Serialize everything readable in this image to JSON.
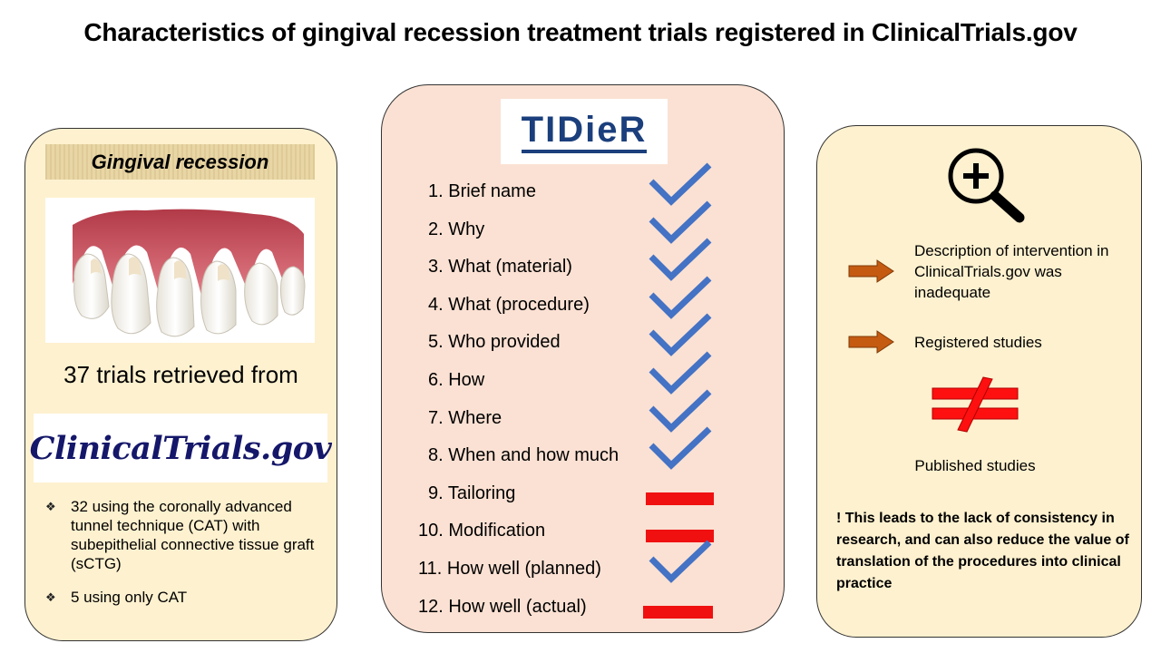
{
  "title": "Characteristics of gingival recession treatment trials registered in ClinicalTrials.gov",
  "left": {
    "banner": "Gingival recession",
    "retrieved_text": "37 trials retrieved from",
    "logo_text": "ClinicalTrials.gov",
    "bullets": [
      "32 using the coronally advanced tunnel technique (CAT) with subepithelial connective tissue graft (sCTG)",
      "5 using only CAT"
    ]
  },
  "middle": {
    "logo_text": "TIDieR",
    "items": [
      {
        "label": "1. Brief name",
        "mark": "check"
      },
      {
        "label": "2. Why",
        "mark": "check"
      },
      {
        "label": "3. What (material)",
        "mark": "check"
      },
      {
        "label": "4. What (procedure)",
        "mark": "check"
      },
      {
        "label": "5. Who provided",
        "mark": "check"
      },
      {
        "label": "6. How",
        "mark": "check"
      },
      {
        "label": "7. Where",
        "mark": "check"
      },
      {
        "label": "8. When and how much",
        "mark": "check"
      },
      {
        "label": "9. Tailoring",
        "mark": "dash"
      },
      {
        "label": "10. Modification",
        "mark": "dash"
      },
      {
        "label": "11. How well (planned)",
        "mark": "check"
      },
      {
        "label": "12. How well (actual)",
        "mark": "dash"
      }
    ]
  },
  "right": {
    "description": "Description of intervention in ClinicalTrials.gov was inadequate",
    "registered": "Registered studies",
    "published": "Published studies",
    "conclusion": "! This leads to the lack of consistency in research, and can also reduce the value of translation of the procedures into clinical practice"
  },
  "colors": {
    "check": "#4472c4",
    "dash": "#f01010",
    "arrow": "#c55a11",
    "panel_light": "#fef1cf",
    "panel_pink": "#fbe1d3"
  }
}
